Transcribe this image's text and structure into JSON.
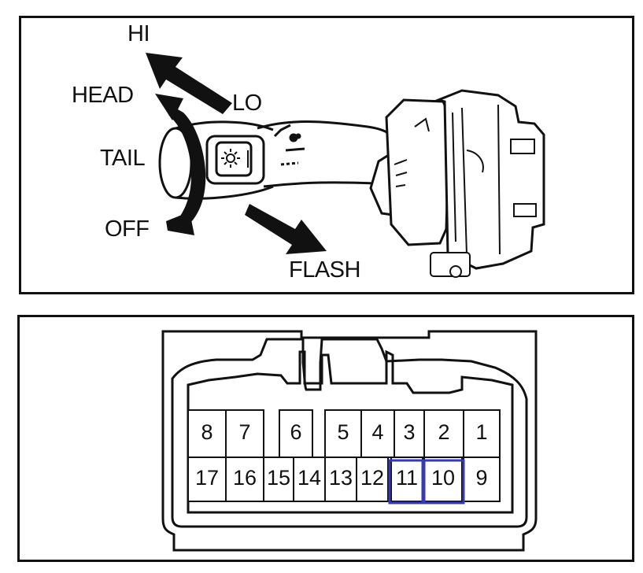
{
  "switch_labels": {
    "hi": "HI",
    "head": "HEAD",
    "lo": "LO",
    "tail": "TAIL",
    "off": "OFF",
    "flash": "FLASH"
  },
  "connector": {
    "top_row": [
      "8",
      "7",
      "6",
      "5",
      "4",
      "3",
      "2",
      "1"
    ],
    "bottom_row": [
      "17",
      "16",
      "15",
      "14",
      "13",
      "12",
      "11",
      "10",
      "9"
    ],
    "highlighted_pins": [
      "11",
      "10"
    ],
    "highlight_color": "#3a3ab0"
  },
  "colors": {
    "line": "#111111",
    "background": "#ffffff"
  }
}
